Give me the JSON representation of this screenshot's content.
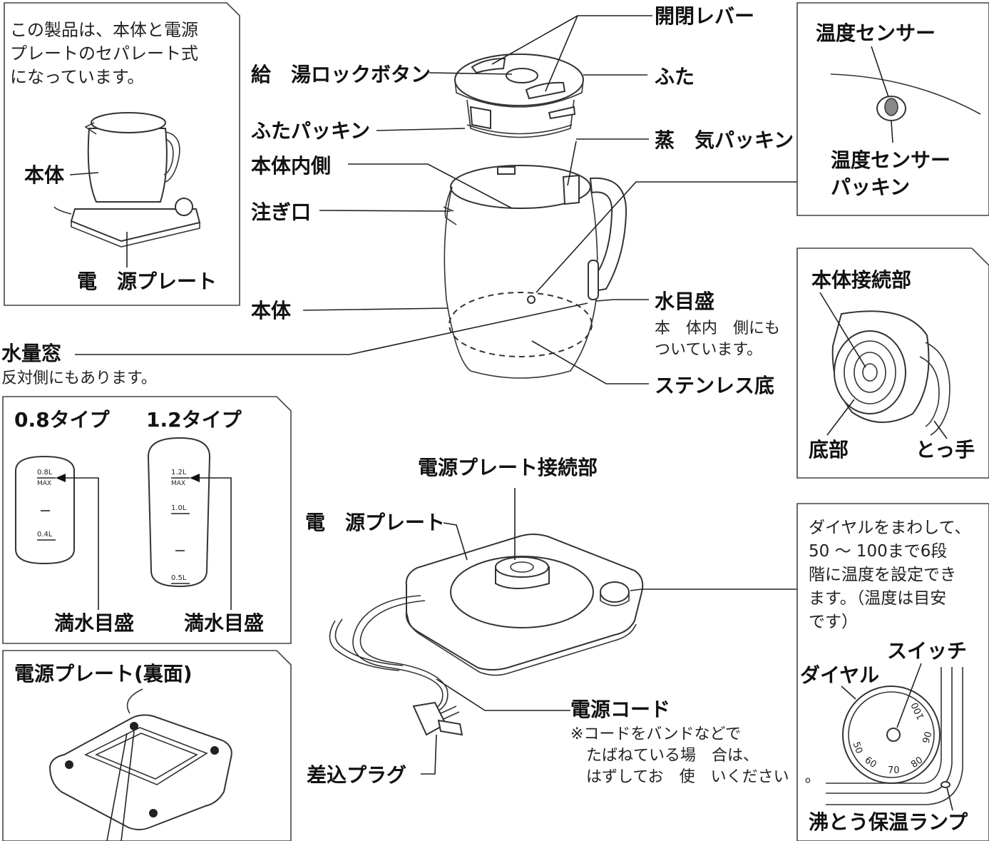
{
  "panels": {
    "intro": {
      "lines": [
        "この製品は、本体と電源",
        "プレートのセパレート式",
        "になっています。"
      ],
      "body_label": "本体",
      "plate_label": "電　源プレート"
    },
    "scale": {
      "type08_title": "0.8タイプ",
      "type12_title": "1.2タイプ",
      "type08_marks": [
        "0.8L",
        "MAX",
        "0.4L"
      ],
      "type12_marks": [
        "1.2L",
        "MAX",
        "1.0L",
        "0.5L"
      ],
      "full_label_1": "満水目盛",
      "full_label_2": "満水目盛"
    },
    "underside": {
      "title": "電源プレート(裏面)"
    },
    "sensor": {
      "sensor_label": "温度センサー",
      "packing_label_1": "温度センサー",
      "packing_label_2": "パッキン"
    },
    "connection": {
      "title": "本体接続部",
      "bottom_label": "底部",
      "handle_label": "とっ手"
    },
    "dial": {
      "lines": [
        "ダイヤルをまわして、",
        "50 ～ 100まで6段",
        "階に温度を設定でき",
        "ます。（温度は目安",
        "です）"
      ],
      "switch_label": "スイッチ",
      "dial_label": "ダイヤル",
      "lamp_label": "沸とう保温ランプ",
      "numbers": [
        "50",
        "60",
        "70",
        "80",
        "90",
        "100"
      ]
    }
  },
  "kettle_labels": {
    "lever": "開閉レバー",
    "lock_button": "給　湯ロックボタン",
    "lid": "ふた",
    "lid_packing": "ふたパッキン",
    "steam_packing": "蒸　気パッキン",
    "inner": "本体内側",
    "spout": "注ぎ口",
    "body": "本体",
    "water_scale": "水目盛",
    "water_scale_note_1": "本　体内　側にも",
    "water_scale_note_2": "ついています。",
    "window": "水量窓",
    "window_note": "反対側にもあります。",
    "stainless": "ステンレス底"
  },
  "plate_labels": {
    "connection": "電源プレート接続部",
    "plate": "電　源プレート",
    "cord": "電源コード",
    "cord_note_1": "※コードをバンドなどで",
    "cord_note_2": "たばねている場　合は、",
    "cord_note_3": "はずしてお　使　いください　。",
    "plug": "差込プラグ"
  }
}
